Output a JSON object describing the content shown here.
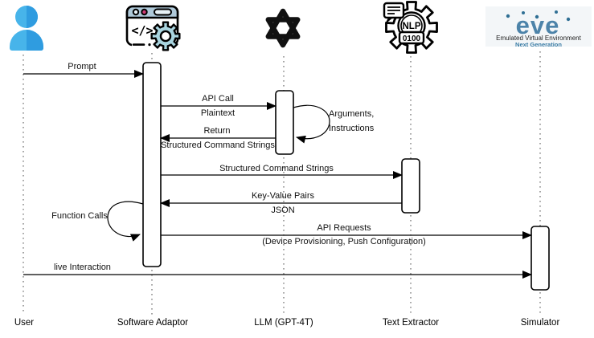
{
  "diagram": {
    "title_hint": "LLM-driven network emulation sequence diagram",
    "participants": [
      {
        "id": "user",
        "label": "User",
        "icon": "user-icon"
      },
      {
        "id": "software-adaptor",
        "label": "Software Adaptor",
        "icon": "browser-code-gear-icon"
      },
      {
        "id": "llm",
        "label": "LLM (GPT-4T)",
        "icon": "openai-logo-icon"
      },
      {
        "id": "text-extractor",
        "label": "Text Extractor",
        "icon": "nlp-gear-icon"
      },
      {
        "id": "simulator",
        "label": "Simulator",
        "icon": "eve-logo"
      }
    ],
    "messages": [
      {
        "from": "user",
        "to": "software-adaptor",
        "label": "Prompt",
        "sublabel": ""
      },
      {
        "from": "software-adaptor",
        "to": "llm",
        "label": "API Call",
        "sublabel": "Plaintext"
      },
      {
        "type": "self",
        "on": "llm",
        "label": "Arguments,",
        "sublabel": "Instructions"
      },
      {
        "from": "llm",
        "to": "software-adaptor",
        "label": "Return",
        "sublabel": "Structured Command Strings"
      },
      {
        "from": "software-adaptor",
        "to": "text-extractor",
        "label": "Structured Command Strings",
        "sublabel": ""
      },
      {
        "from": "text-extractor",
        "to": "software-adaptor",
        "label": "Key-Value Pairs",
        "sublabel": "JSON"
      },
      {
        "type": "self",
        "on": "software-adaptor",
        "label": "Function Calls",
        "sublabel": ""
      },
      {
        "from": "software-adaptor",
        "to": "simulator",
        "label": "API Requests",
        "sublabel": "(Device Provisioning, Push Configuration)"
      },
      {
        "from": "user",
        "to": "simulator",
        "label": "live Interaction",
        "sublabel": ""
      }
    ],
    "adaptor_icon": {
      "code_glyph": "</>"
    },
    "nlp_icon": {
      "text": "NLP",
      "code": "0100"
    },
    "eve_logo": {
      "title": "eve",
      "subtitle": "Emulated Virtual Environment",
      "tagline": "Next Generation"
    },
    "colors": {
      "user_blue_light": "#47B4EA",
      "user_blue_dark": "#2F9CE0",
      "window_header_blue": "#AFC9D9",
      "window_dot_pink": "#CE3B74",
      "gear_teal": "#A9D5E0",
      "eve_blue": "#4C83A9",
      "eve_tagline_blue": "#3A7CA5",
      "line_black": "#000000",
      "lifeline_gray": "#777777"
    }
  }
}
